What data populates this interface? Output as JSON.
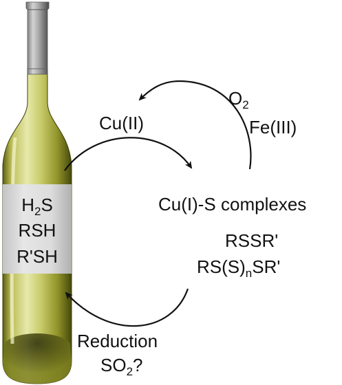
{
  "bottle_label": {
    "line1": {
      "main": "H",
      "sub": "2",
      "rest": "S"
    },
    "line2": "RSH",
    "line3": "R'SH"
  },
  "labels": {
    "o2": {
      "main": "O",
      "sub": "2"
    },
    "fe": "Fe(III)",
    "cu2": "Cu(II)",
    "cu1_complex": "Cu(I)-S complexes",
    "rssr": "RSSR'",
    "polysulfide": {
      "pre": "RS(S)",
      "sub": "n",
      "post": "SR'"
    },
    "reduction": "Reduction",
    "so2": {
      "main": "SO",
      "sub": "2",
      "post": "?"
    }
  },
  "colors": {
    "glass_light": "#e4e6a4",
    "glass_mid": "#9ea23c",
    "glass_dark": "#4a4d10",
    "label_bg": "#d8d8d8",
    "arrow": "#111111"
  }
}
